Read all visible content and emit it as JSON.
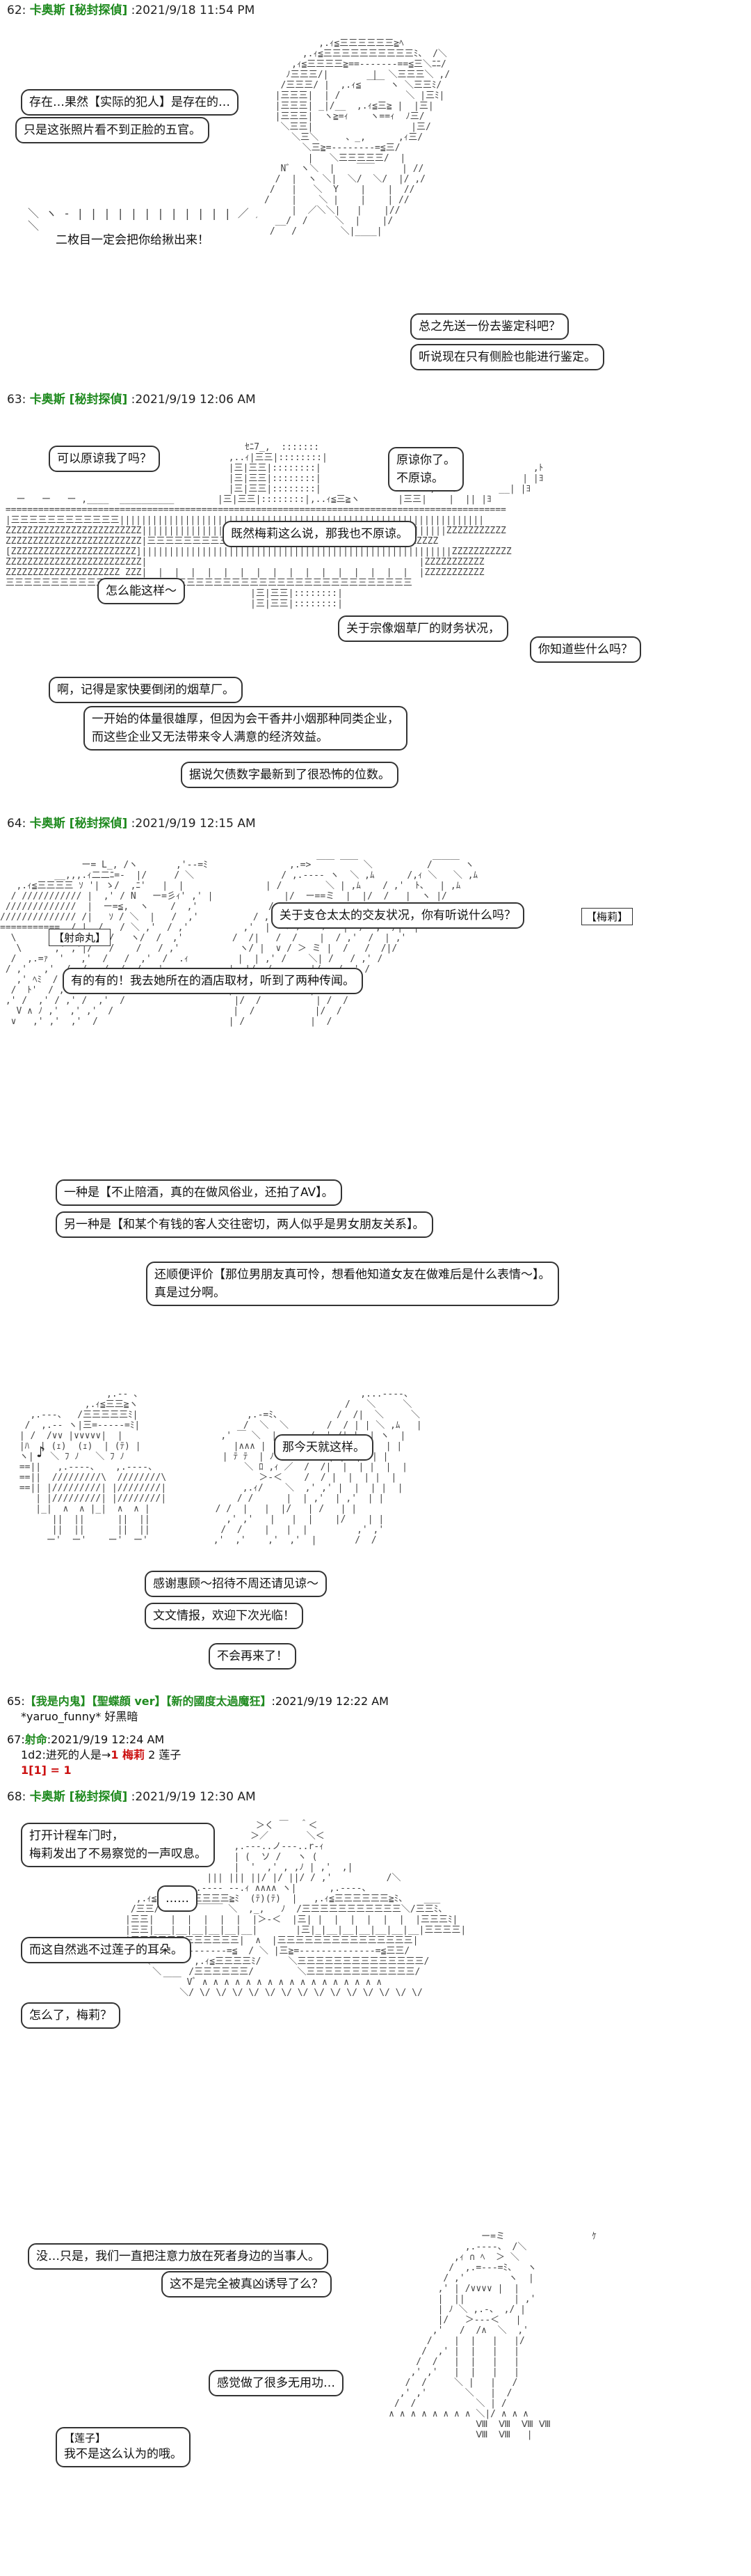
{
  "posts": [
    {
      "header": {
        "num": "62:",
        "name": "卡奥斯 [秘封探偵]",
        "date": ":2021/9/18 11:54 PM"
      },
      "bubbles": [
        {
          "lines": [
            "存在…果然【实际的犯人】是存在的…"
          ]
        },
        {
          "lines": [
            "只是这张照片看不到正脸的五官。"
          ]
        },
        {
          "lines": [
            "二枚目一定会把你给揪出来！"
          ]
        },
        {
          "lines": [
            "总之先送一份去鉴定科吧？"
          ]
        },
        {
          "lines": [
            "听说现在只有侧脸也能进行鉴定。"
          ]
        }
      ]
    },
    {
      "header": {
        "num": "63:",
        "name": "卡奥斯 [秘封探偵]",
        "date": ":2021/9/19 12:06 AM"
      },
      "bubbles": [
        {
          "lines": [
            "可以原谅我了吗？"
          ]
        },
        {
          "lines": [
            "原谅你了。",
            "不原谅。"
          ]
        },
        {
          "lines": [
            "既然梅莉这么说，那我也不原谅。"
          ]
        },
        {
          "lines": [
            "怎么能这样～"
          ]
        },
        {
          "lines": [
            "关于宗像烟草厂的财务状况，"
          ]
        },
        {
          "lines": [
            "你知道些什么吗？"
          ]
        },
        {
          "lines": [
            "啊，记得是家快要倒闭的烟草厂。"
          ]
        },
        {
          "lines": [
            "一开始的体量很雄厚，但因为会干香井小烟那种同类企业，",
            "而这些企业又无法带来令人满意的经济效益。"
          ]
        },
        {
          "lines": [
            "据说欠债数字最新到了很恐怖的位数。"
          ]
        }
      ]
    },
    {
      "header": {
        "num": "64:",
        "name": "卡奥斯 [秘封探偵]",
        "date": ":2021/9/19 12:15 AM"
      },
      "tags": [
        "【梅莉】",
        "【射命丸】"
      ],
      "bubbles": [
        {
          "lines": [
            "关于支仓太太的交友状况，你有听说什么吗？"
          ]
        },
        {
          "lines": [
            "有的有的！我去她所在的酒店取材，听到了两种传闻。"
          ]
        },
        {
          "lines": [
            "一种是【不止陪酒，真的在做风俗业，还拍了AV】。"
          ]
        },
        {
          "lines": [
            "另一种是【和某个有钱的客人交往密切，两人似乎是男女朋友关系】。"
          ]
        },
        {
          "lines": [
            "还顺便评价【那位男朋友真可怜，想看他知道女友在做难后是什么表情～】。",
            "真是过分啊。"
          ]
        },
        {
          "lines": [
            "那今天就这样。"
          ]
        },
        {
          "lines": [
            "感谢惠顾～招待不周还请见谅～"
          ]
        },
        {
          "lines": [
            "文文情报，欢迎下次光临！"
          ]
        },
        {
          "lines": [
            "不会再来了！"
          ]
        }
      ]
    }
  ],
  "comments": [
    {
      "num": "65:",
      "name": "【我是内鬼】【聖蝶顔 ver】【新的國度太過魔狂】",
      "date": ":2021/9/19 12:22 AM",
      "text": "*yaruo_funny* 好黑暗"
    },
    {
      "num": "67:",
      "name": "射命",
      "date": ":2021/9/19 12:24 AM",
      "text_pre": "1d2:进死的人是→",
      "roll": "1 梅莉",
      "text_post": " 2 莲子",
      "extra": "1[1] = 1"
    }
  ],
  "post68": {
    "header": {
      "num": "68:",
      "name": "卡奥斯 [秘封探偵]",
      "date": ":2021/9/19 12:30 AM"
    },
    "bubbles": [
      {
        "lines": [
          "打开计程车门时，",
          "梅莉发出了不易察觉的一声叹息。"
        ]
      },
      {
        "lines": [
          "……"
        ]
      },
      {
        "lines": [
          "而这自然逃不过莲子的耳朵。"
        ]
      },
      {
        "lines": [
          "怎么了，梅莉？"
        ]
      },
      {
        "lines": [
          "没…只是，我们一直把注意力放在死者身边的当事人。"
        ]
      },
      {
        "lines": [
          "这不是完全被真凶诱导了么？"
        ]
      },
      {
        "lines": [
          "感觉做了很多无用功…"
        ]
      },
      {
        "speaker": "【莲子】",
        "lines": [
          "我不是这么认为的哦。"
        ]
      }
    ]
  },
  "music_note": "♪"
}
